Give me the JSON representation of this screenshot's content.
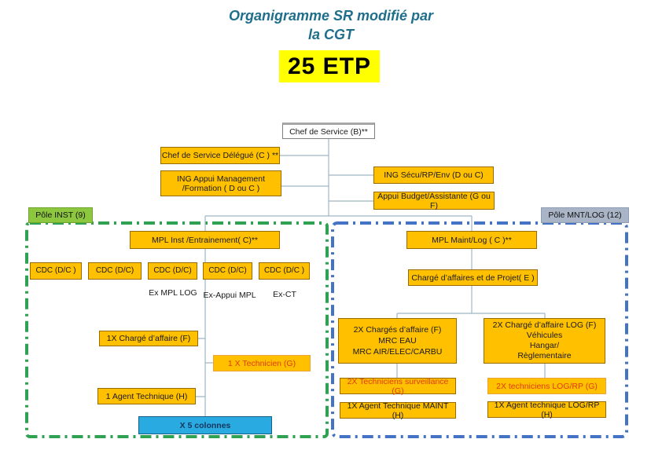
{
  "title": {
    "line1": "Organigramme SR modifié par",
    "line2": "la CGT",
    "etp": "25 ETP"
  },
  "colors": {
    "box_orange": "#FFC000",
    "etp_yellow": "#FFFF00",
    "pole_inst_green": "#8DC63F",
    "pole_mnt_gray": "#A9B4C6",
    "x5_blue": "#29ABE2",
    "region_green_dash": "#2EA152",
    "region_blue_dash": "#4472C4",
    "red_label_text": "#E03C10",
    "title_teal": "#1F6E8C",
    "connector_gray": "#9FB6C4"
  },
  "top": {
    "chef": "Chef de Service (B)**",
    "delegue": "Chef de Service Délégué (C ) **",
    "ing_appui": [
      "ING Appui  Management",
      "/Formation  ( D ou C )"
    ],
    "ing_secu": "ING Sécu/RP/Env (D ou C)",
    "appui_budget": "Appui Budget/Assistante (G ou F)"
  },
  "pole_inst": {
    "label": "Pôle INST (9)",
    "mpl": "MPL Inst /Entrainement( C)**",
    "cdc": [
      "CDC (D/C )",
      "CDC (D/C)",
      "CDC (D/C)",
      "CDC (D/C)",
      "CDC (D/C )"
    ],
    "cdc_notes": [
      "Ex MPL LOG",
      "Ex-Appui MPL",
      "Ex-CT"
    ],
    "charge_affaire": "1X Chargé d’affaire (F)",
    "technicien": "1 X Technicien (G)",
    "agent_technique": "1  Agent Technique (H)",
    "x5_colonnes": "X 5 colonnes"
  },
  "pole_mnt": {
    "label": "Pôle MNT/LOG (12)",
    "mpl": "MPL Maint/Log ( C )**",
    "charge_projet": "Chargé d’affaires et de Projet( E )",
    "charges_maint": [
      "2X  Chargés d’affaire  (F)",
      "MRC EAU",
      "MRC AIR/ELEC/CARBU"
    ],
    "charges_log": [
      "2X Chargé d’affaire LOG (F)",
      "Véhicules",
      "Hangar/",
      "Règlementaire"
    ],
    "tech_surveillance": "2X  Techniciens surveillance (G)",
    "tech_log": "2X techniciens LOG/RP (G)",
    "agent_maint": "1X  Agent Technique  MAINT (H)",
    "agent_log": "1X Agent technique LOG/RP (H)"
  }
}
